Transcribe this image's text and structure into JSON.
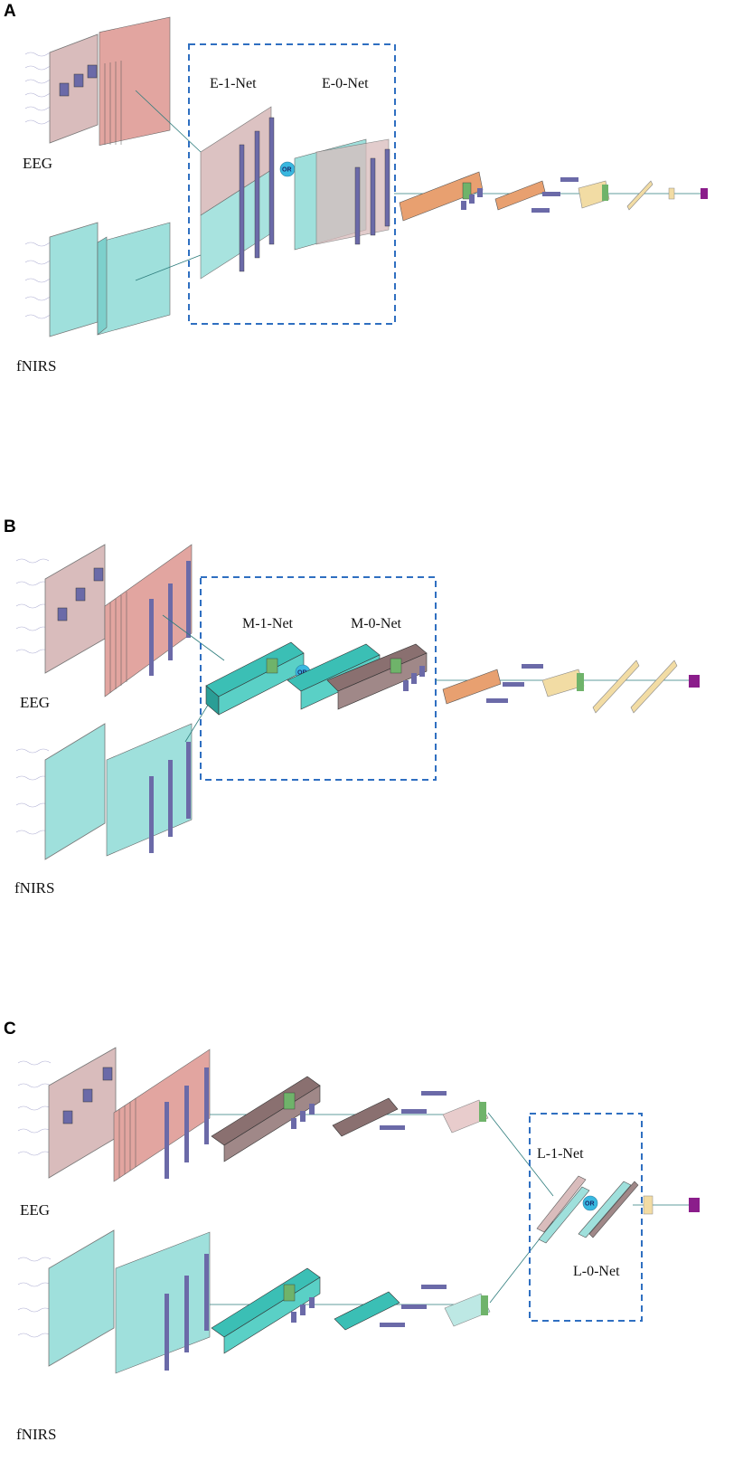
{
  "panels": [
    {
      "letter": "A",
      "modalities": [
        "EEG",
        "fNIRS"
      ],
      "networks": [
        "E-1-Net",
        "E-0-Net"
      ],
      "or_label": "OR"
    },
    {
      "letter": "B",
      "modalities": [
        "EEG",
        "fNIRS"
      ],
      "networks": [
        "M-1-Net",
        "M-0-Net"
      ],
      "or_label": "OR"
    },
    {
      "letter": "C",
      "modalities": [
        "EEG",
        "fNIRS"
      ],
      "networks": [
        "L-1-Net",
        "L-0-Net"
      ],
      "or_label": "OR"
    }
  ],
  "colors": {
    "eeg": "#d9bcbc",
    "eeg_stack": "#e2a5a0",
    "fnirs": "#9fe0dc",
    "kernel": "#6b6aa8",
    "orange": "#e8a070",
    "green": "#6fb36a",
    "cream": "#f2dca4",
    "purple": "#8b1d8b",
    "dashed": "#2f6fc1",
    "or_circle": "#39b8e0"
  }
}
